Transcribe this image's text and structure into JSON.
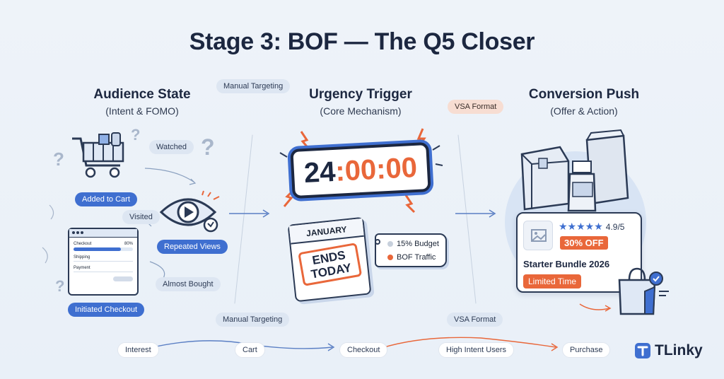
{
  "title": "Stage 3: BOF — The Q5 Closer",
  "columns": [
    {
      "title": "Audience State",
      "subtitle": "(Intent & FOMO)"
    },
    {
      "title": "Urgency Trigger",
      "subtitle": "(Core Mechanism)"
    },
    {
      "title": "Conversion Push",
      "subtitle": "(Offer & Action)"
    }
  ],
  "top_tags": {
    "manual_targeting": "Manual Targeting",
    "vsa_format": "VSA Format"
  },
  "audience": {
    "watched": "Watched",
    "added_to_cart": "Added to Cart",
    "visited": "Visited",
    "repeated_views": "Repeated Views",
    "almost_bought": "Almost Bought",
    "initiated_checkout": "Initiated Checkout",
    "checkout_form": {
      "checkout": "Checkout",
      "percent": "80%",
      "shipping": "Shipping",
      "payment": "Payment",
      "progress": 0.8
    }
  },
  "urgency": {
    "timer": {
      "hh": "24",
      "mm": "00",
      "ss": "00"
    },
    "calendar_month": "JANUARY",
    "stamp_line1": "ENDS",
    "stamp_line2": "TODAY",
    "tag_budget": "15% Budget",
    "tag_traffic": "BOF Traffic"
  },
  "conversion": {
    "rating": "4.9/5",
    "stars": 5,
    "discount": "30% OFF",
    "product": "Starter Bundle 2026",
    "limited": "Limited Time"
  },
  "bottom_flow": {
    "manual_targeting": "Manual Targeting",
    "vsa_format": "VSA Format",
    "steps": [
      "Interest",
      "Cart",
      "Checkout",
      "High Intent Users",
      "Purchase"
    ]
  },
  "brand": {
    "name": "TLinky"
  },
  "colors": {
    "accent_blue": "#3f6fd0",
    "accent_orange": "#e9673a",
    "navy": "#1c2740"
  }
}
